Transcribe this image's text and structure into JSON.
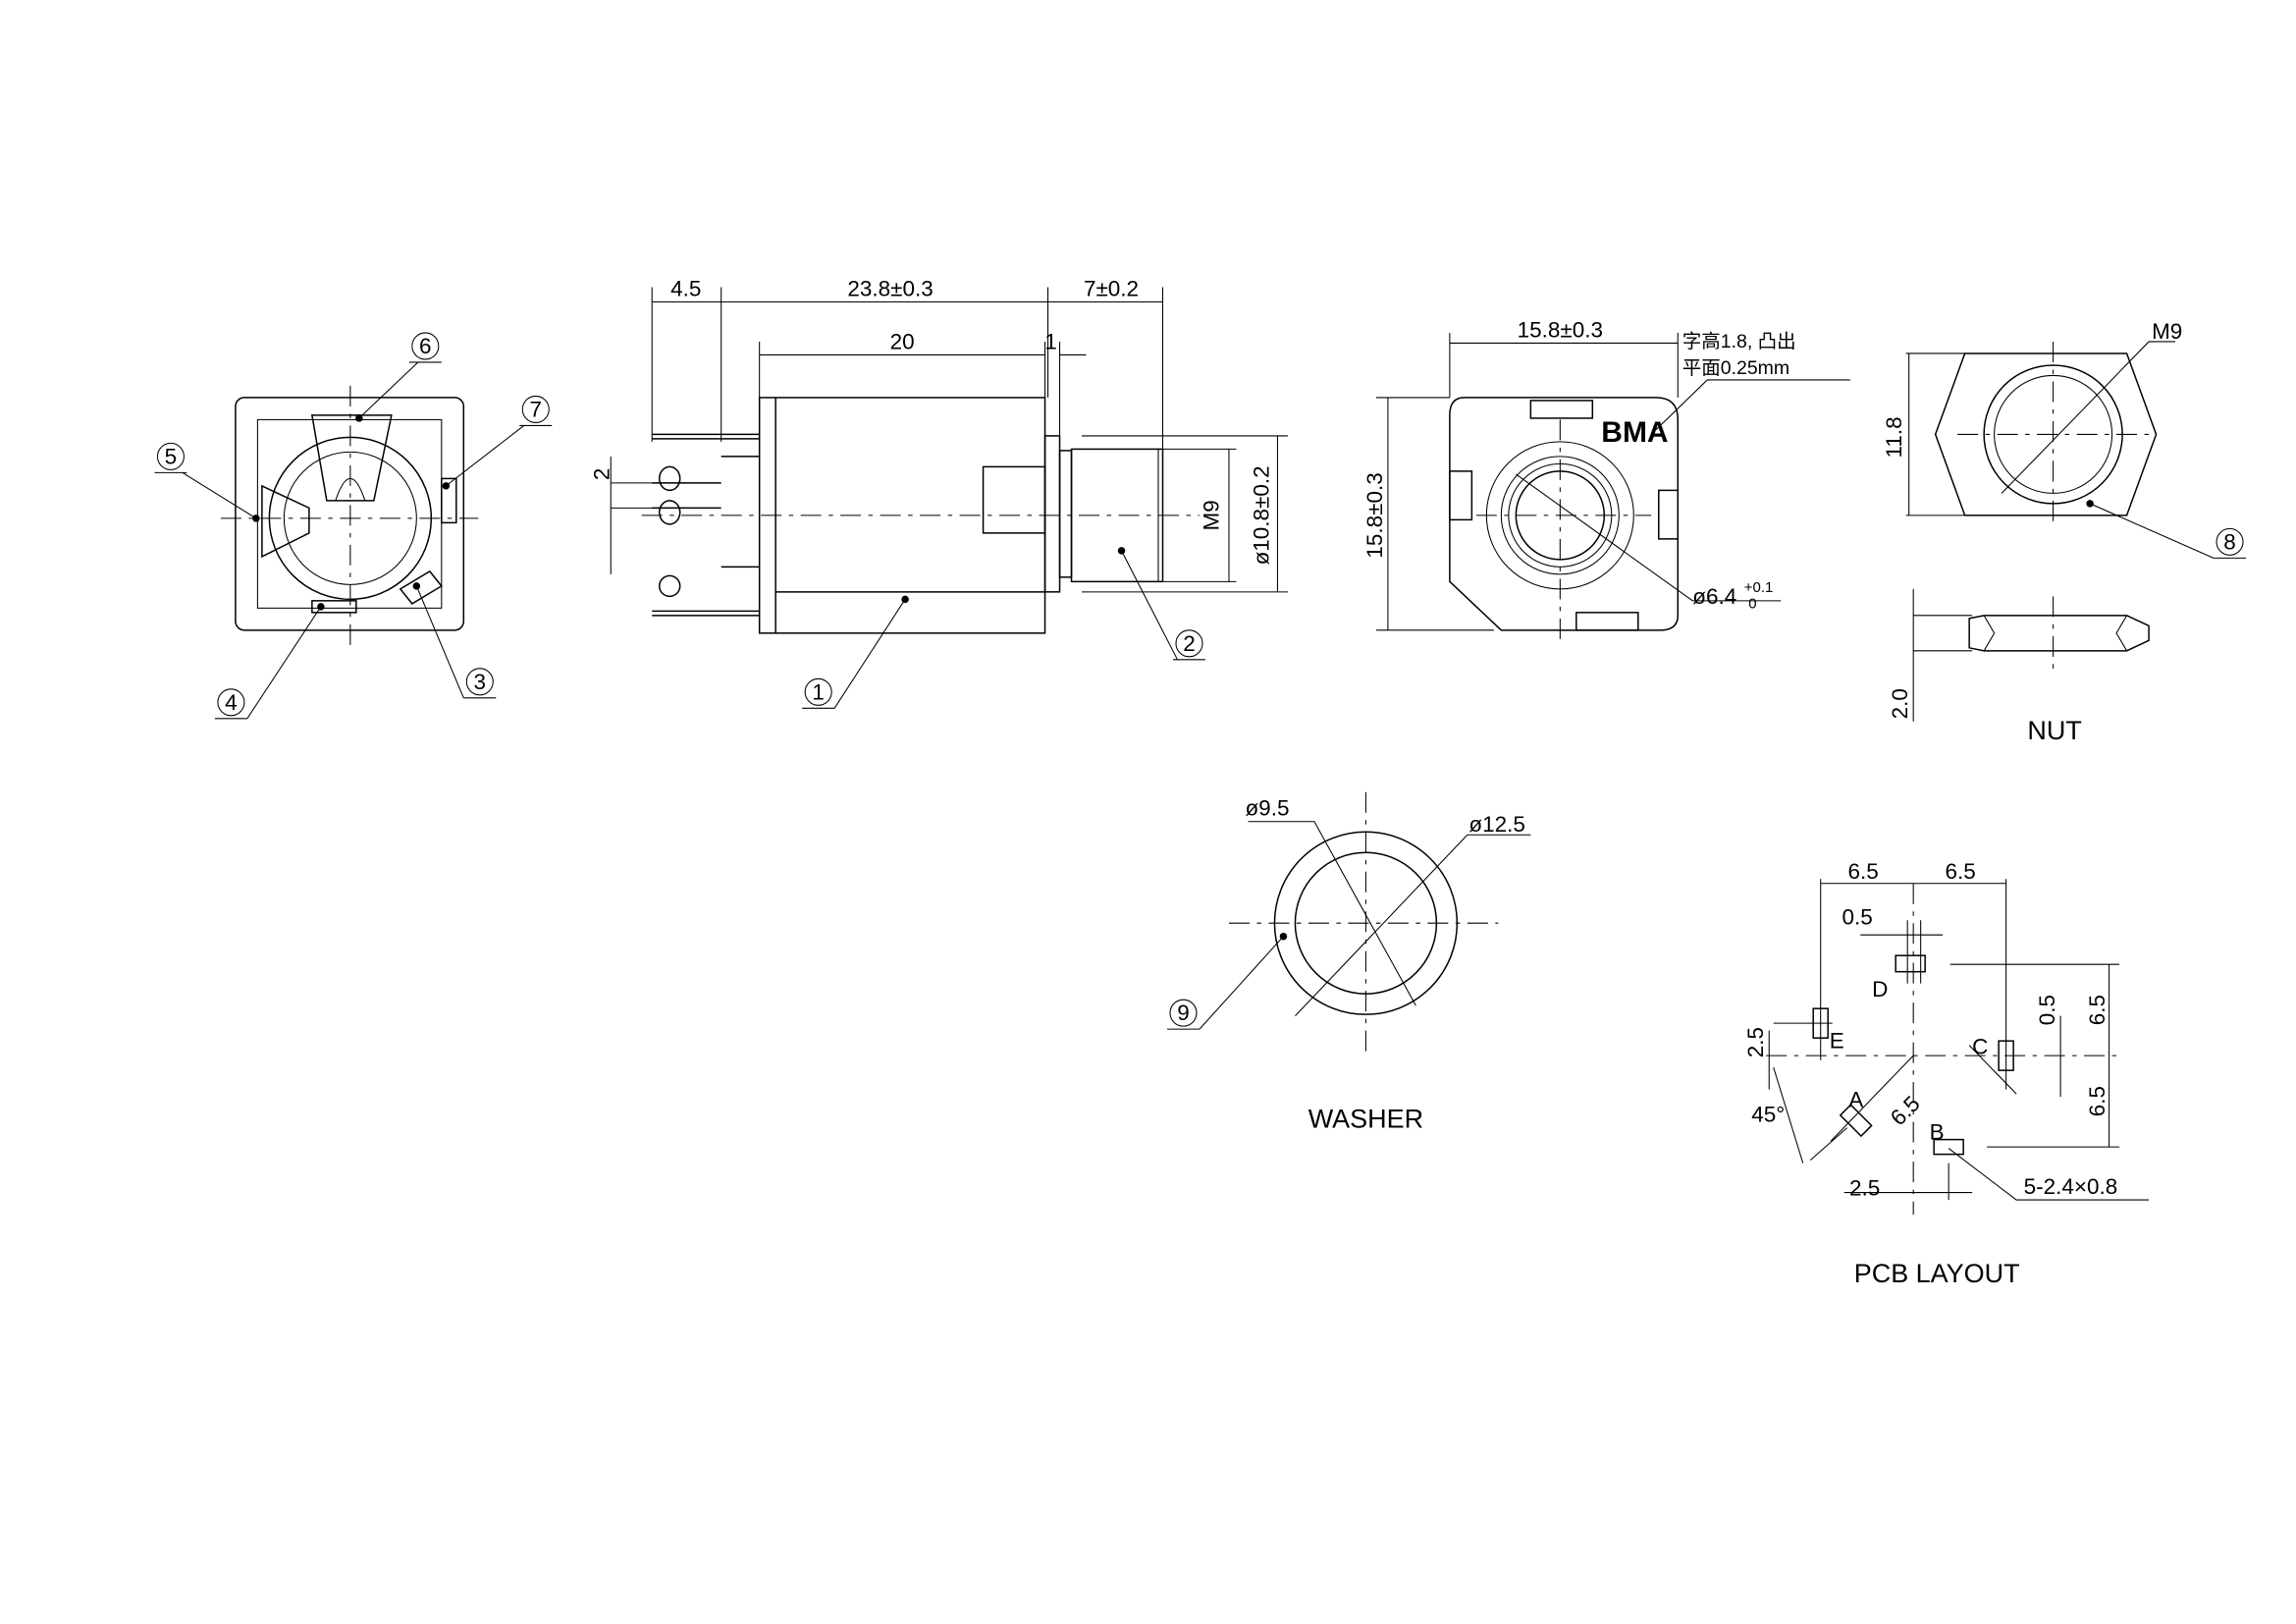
{
  "front_view": {
    "callouts": [
      "3",
      "4",
      "5",
      "6",
      "7"
    ]
  },
  "side_view": {
    "dim_pin": "4.5",
    "dim_body": "23.8±0.3",
    "dim_thread": "7±0.2",
    "dim_20": "20",
    "dim_1": "1",
    "dim_2": "2",
    "dim_m9": "M9",
    "dim_dia": "ø10.8±0.2",
    "callouts": [
      "1",
      "2"
    ]
  },
  "top_view": {
    "dim_width": "15.8±0.3",
    "dim_height": "15.8±0.3",
    "note_line1": "字高1.8, 凸出",
    "note_line2": "平面0.25mm",
    "logo": "BMA",
    "dim_hole": "ø6.4",
    "dim_hole_tol_upper": "+0.1",
    "dim_hole_tol_lower": "0"
  },
  "nut": {
    "thread": "M9",
    "dim_height": "11.8",
    "dim_thickness": "2.0",
    "title": "NUT",
    "callout": "8"
  },
  "washer": {
    "inner_dia": "ø9.5",
    "outer_dia": "ø12.5",
    "title": "WASHER",
    "callout": "9"
  },
  "pcb_layout": {
    "dim_left": "6.5",
    "dim_right": "6.5",
    "dim_slot": "0.5",
    "pad_labels": [
      "A",
      "B",
      "C",
      "D",
      "E"
    ],
    "dim_e_offset": "2.5",
    "dim_c_slot": "0.5",
    "dim_upper": "6.5",
    "dim_lower": "6.5",
    "angle": "45°",
    "dim_diag": "6.5",
    "dim_b_offset": "2.5",
    "hole_spec": "5-2.4×0.8",
    "title": "PCB LAYOUT"
  }
}
